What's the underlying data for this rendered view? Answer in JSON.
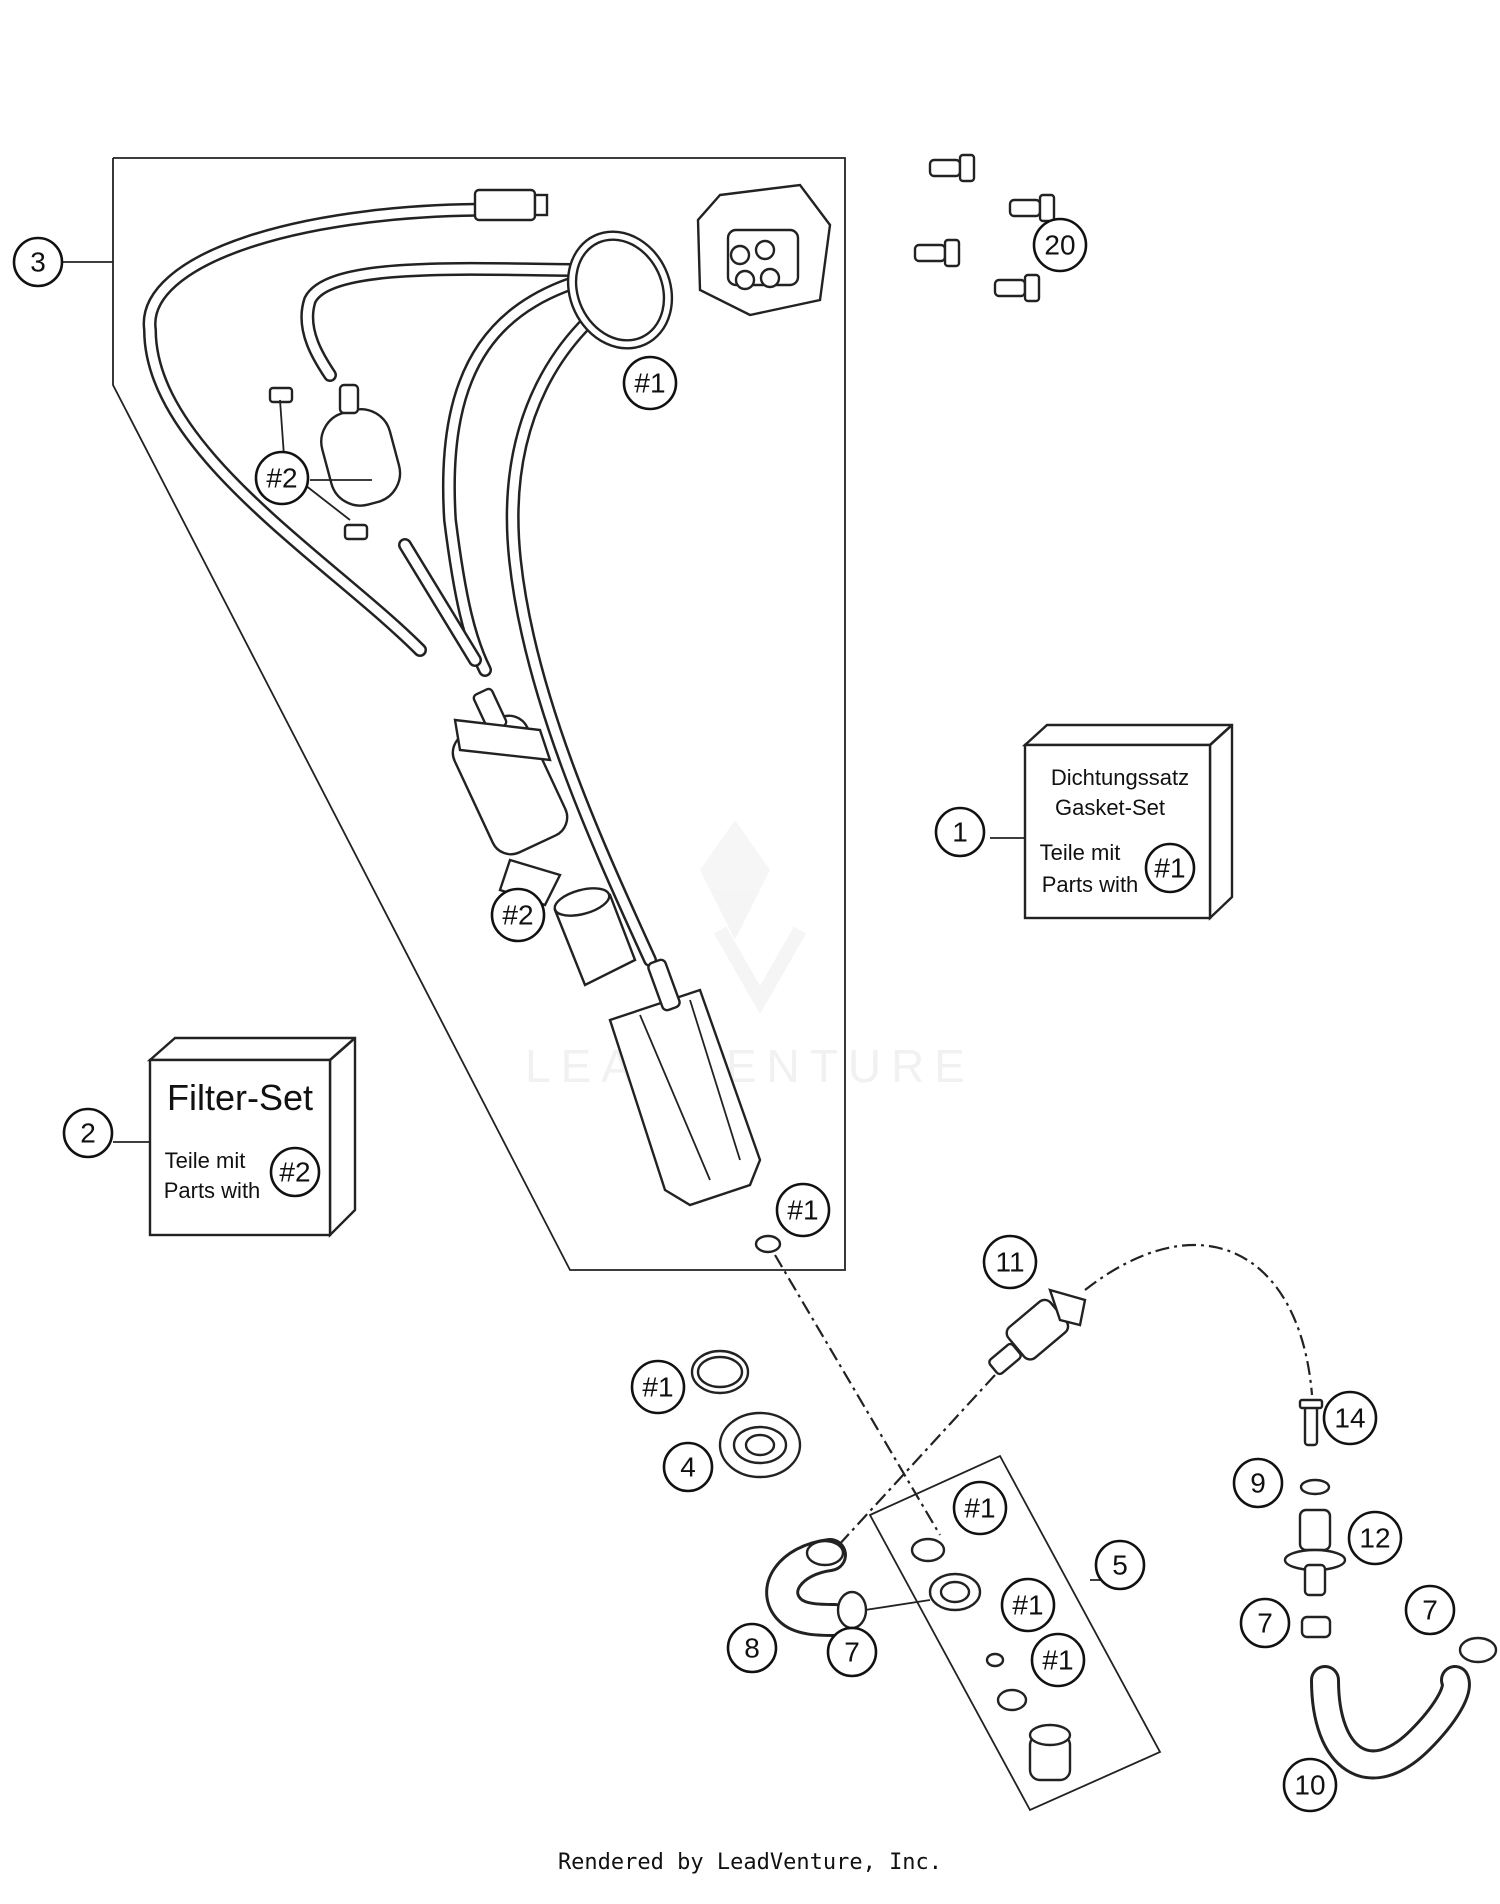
{
  "callouts": [
    {
      "id": "c3",
      "label": "3"
    },
    {
      "id": "c20",
      "label": "20"
    },
    {
      "id": "c1a",
      "label": "#1"
    },
    {
      "id": "c2a",
      "label": "#2"
    },
    {
      "id": "c2b",
      "label": "#2"
    },
    {
      "id": "c1",
      "label": "1"
    },
    {
      "id": "c2",
      "label": "2"
    },
    {
      "id": "c1b",
      "label": "#1"
    },
    {
      "id": "c11",
      "label": "11"
    },
    {
      "id": "c1c",
      "label": "#1"
    },
    {
      "id": "c4",
      "label": "4"
    },
    {
      "id": "c1d",
      "label": "#1"
    },
    {
      "id": "c5",
      "label": "5"
    },
    {
      "id": "c1e",
      "label": "#1"
    },
    {
      "id": "c1f",
      "label": "#1"
    },
    {
      "id": "c8",
      "label": "8"
    },
    {
      "id": "c7a",
      "label": "7"
    },
    {
      "id": "c14",
      "label": "14"
    },
    {
      "id": "c9",
      "label": "9"
    },
    {
      "id": "c12",
      "label": "12"
    },
    {
      "id": "c7b",
      "label": "7"
    },
    {
      "id": "c7c",
      "label": "7"
    },
    {
      "id": "c10",
      "label": "10"
    }
  ],
  "gasket_box": {
    "line1": "Dichtungssatz",
    "line2": "Gasket-Set",
    "line3": "Teile mit",
    "line4": "Parts with",
    "ref": "#1"
  },
  "filter_box": {
    "title": "Filter-Set",
    "line3": "Teile mit",
    "line4": "Parts with",
    "ref": "#2"
  },
  "watermark": "LEADVENTURE",
  "footer": "Rendered by LeadVenture, Inc."
}
